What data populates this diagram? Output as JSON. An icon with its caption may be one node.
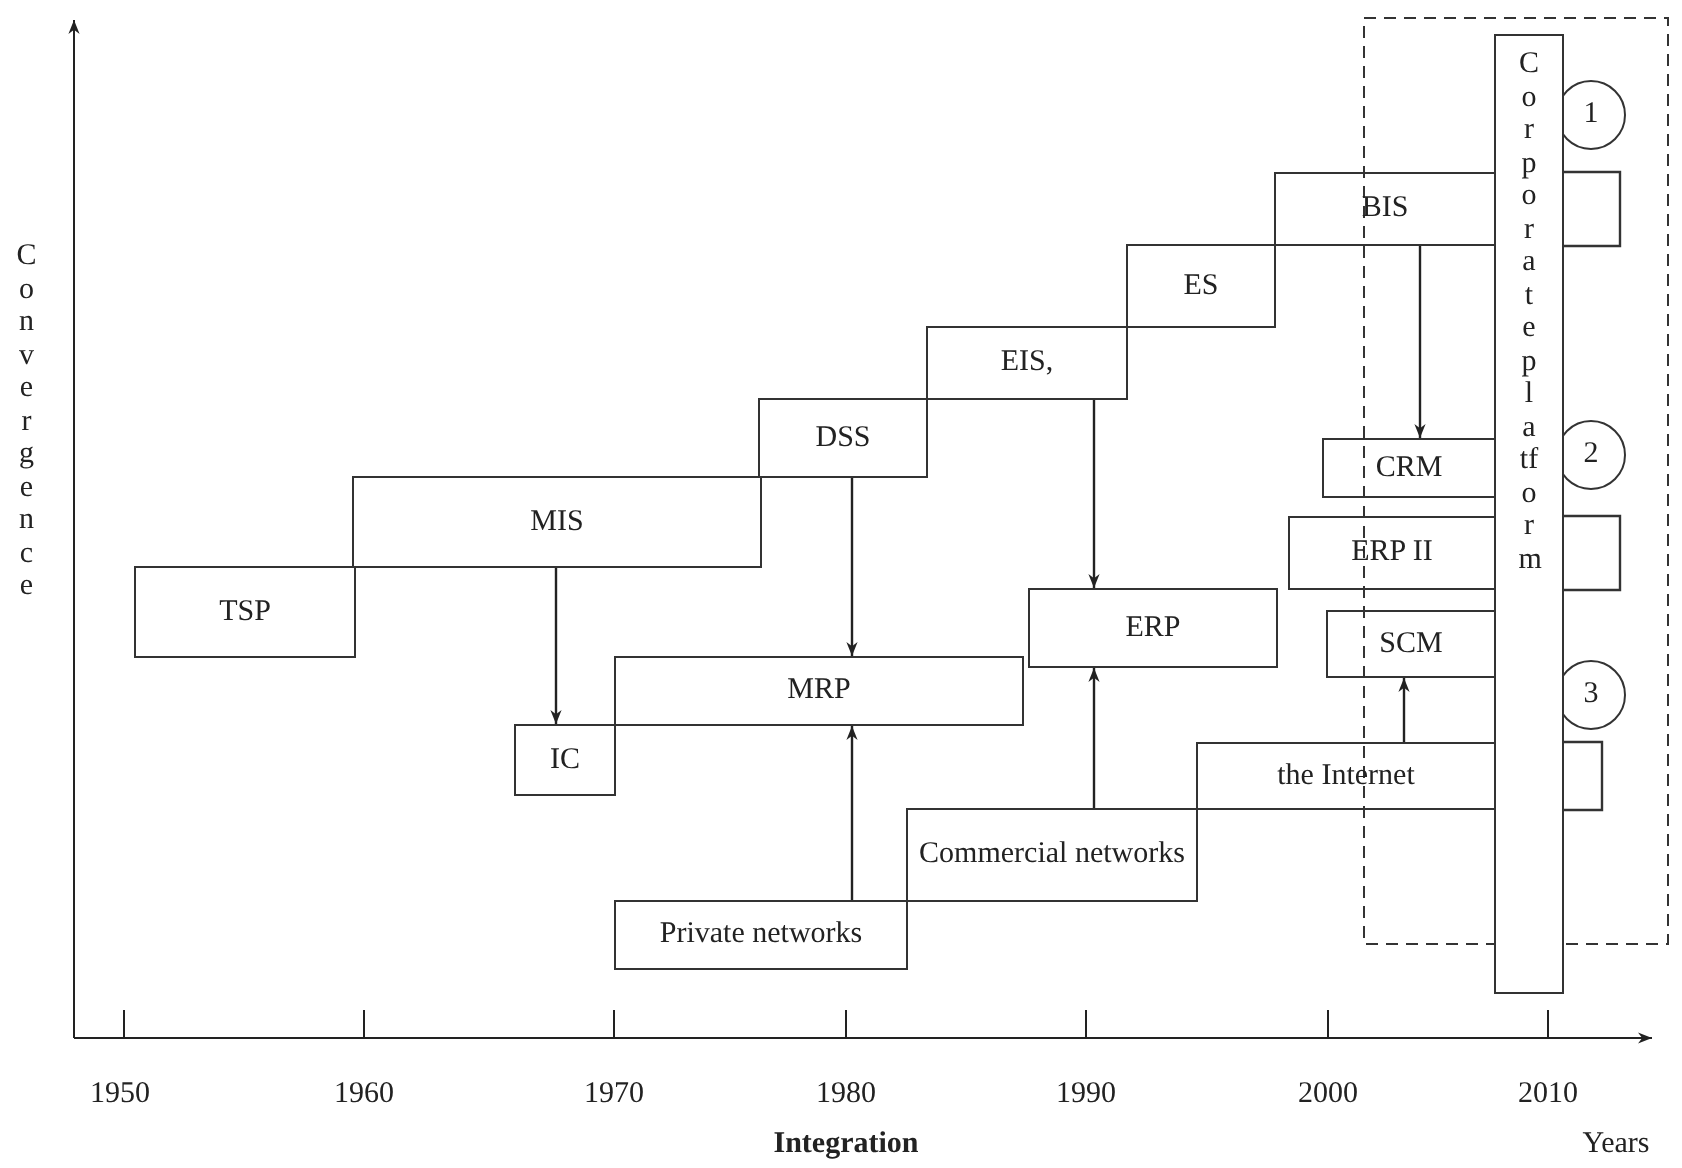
{
  "diagram": {
    "nodes": [
      {
        "text": [
          "TSP"
        ]
      },
      {
        "text": [
          "MIS"
        ]
      },
      {
        "text": [
          "DSS"
        ]
      },
      {
        "text": [
          "EIS,"
        ]
      },
      {
        "text": [
          "ES"
        ]
      },
      {
        "text": [
          "BIS"
        ]
      },
      {
        "text": [
          "Corporate platform"
        ]
      },
      {
        "text": [
          "1"
        ]
      },
      {
        "text": [
          "CRM"
        ]
      },
      {
        "text": [
          "2"
        ]
      },
      {
        "text": [
          "ERP II"
        ]
      },
      {
        "text": [
          "ERP"
        ]
      },
      {
        "text": [
          "SCM"
        ]
      },
      {
        "text": [
          "MRP"
        ]
      },
      {
        "text": [
          "IC"
        ]
      },
      {
        "text": [
          "3"
        ]
      },
      {
        "text": [
          "the Internet"
        ]
      },
      {
        "text": [
          "Commercial networks"
        ]
      },
      {
        "text": [
          "Private networks"
        ]
      }
    ],
    "edges": [
      {
        "from": 1,
        "to": 14,
        "arrow": "to"
      },
      {
        "from": 2,
        "to": 13,
        "arrow": "to"
      },
      {
        "from": 3,
        "to": 11,
        "arrow": "to"
      },
      {
        "from": 5,
        "to": 8,
        "arrow": "to"
      },
      {
        "from": 18,
        "to": 13,
        "arrow": "to"
      },
      {
        "from": 17,
        "to": 11,
        "arrow": "to"
      },
      {
        "from": 16,
        "to": 12,
        "arrow": "to"
      }
    ],
    "labels": [
      "Convergence",
      "1950",
      "1960",
      "1970",
      "1980",
      "1990",
      "2000",
      "2010",
      "Integration",
      "Years"
    ]
  }
}
